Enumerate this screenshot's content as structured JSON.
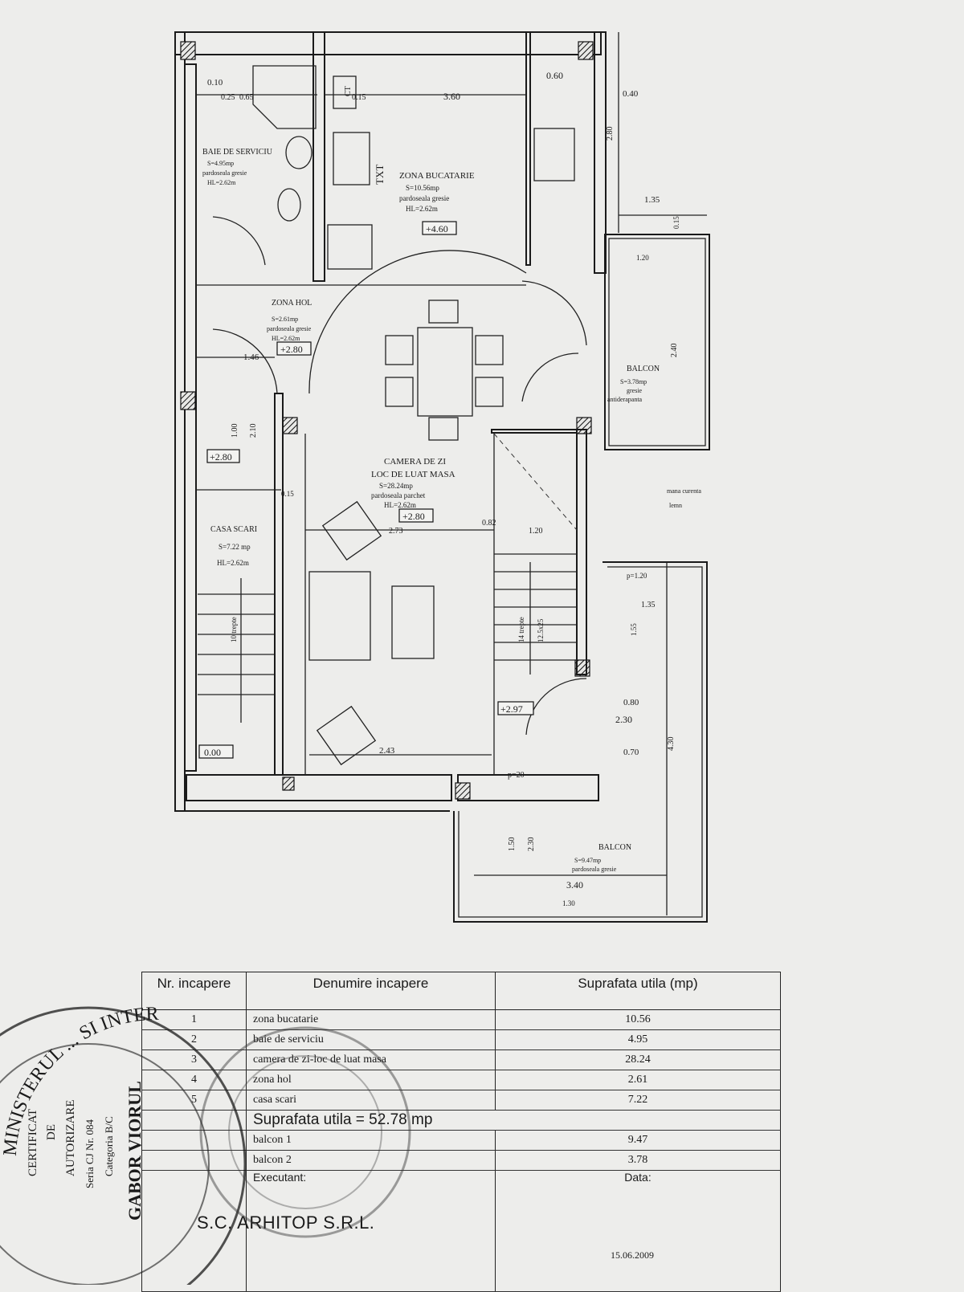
{
  "plan": {
    "rooms": [
      {
        "name": "BAIE DE SERVICIU",
        "area": "S=4.95mp",
        "floor": "pardoseala gresie",
        "height": "HL=2.62m"
      },
      {
        "name": "ZONA BUCATARIE",
        "area": "S=10.56mp",
        "floor": "pardoseala gresie",
        "height": "HL=2.62m",
        "level": "+4.60"
      },
      {
        "name": "ZONA HOL",
        "area": "S=2.61mp",
        "floor": "pardoseala gresie",
        "height": "HL=2.62m",
        "level": "+2.80"
      },
      {
        "name": "CAMERA DE ZI",
        "name2": "LOC DE LUAT MASA",
        "area": "S=28.24mp",
        "floor": "pardoseala parchet",
        "height": "HL=2.62m",
        "level": "+2.80"
      },
      {
        "name": "CASA SCARI",
        "area": "S=7.22 mp",
        "height": "HL=2.62m"
      },
      {
        "name": "BALCON",
        "area": "S=3.78mp",
        "floor": "gresie",
        "floor2": "antiderapanta"
      },
      {
        "name": "BALCON",
        "area": "S=9.47mp",
        "floor": "pardoseala gresie"
      }
    ],
    "dimensions": [
      "0.10",
      "0.25",
      "0.65",
      "0.15",
      "3.60",
      "0.60",
      "0.40",
      "2.80",
      "1.35",
      "0.15",
      "1.20",
      "1.46",
      "2.40",
      "1.00",
      "2.10",
      "0.15",
      "2.73",
      "0.82",
      "1.20",
      "1.35",
      "1.55",
      "2.43",
      "0.80",
      "2.30",
      "0.70",
      "4.30",
      "1.50",
      "2.30",
      "3.40",
      "1.30"
    ],
    "levels": [
      "+2.80",
      "+2.97",
      "0.00"
    ],
    "labels": [
      "CT",
      "TXT",
      "p=1.20",
      "p=20",
      "mana curenta",
      "lemn",
      "10 trepte",
      "14 trepte",
      "12.5x25"
    ]
  },
  "table": {
    "headers": {
      "nr": "Nr. incapere",
      "name": "Denumire incapere",
      "area": "Suprafata utila (mp)"
    },
    "rows": [
      {
        "nr": "1",
        "name": "zona bucatarie",
        "area": "10.56"
      },
      {
        "nr": "2",
        "name": "baie de serviciu",
        "area": "4.95"
      },
      {
        "nr": "3",
        "name": "camera de zi-loc de luat masa",
        "area": "28.24"
      },
      {
        "nr": "4",
        "name": "zona hol",
        "area": "2.61"
      },
      {
        "nr": "5",
        "name": "casa scari",
        "area": "7.22"
      }
    ],
    "total": "Suprafata utila = 52.78 mp",
    "balconies": [
      {
        "name": "balcon 1",
        "area": "9.47"
      },
      {
        "name": "balcon 2",
        "area": "3.78"
      }
    ],
    "executant_label": "Executant:",
    "date_label": "Data:",
    "firm": "S.C. ARHITOP S.R.L.",
    "date": "15.06.2009"
  },
  "stamp": {
    "text": "MINISTERUL ... SI INTERNELOR",
    "certificate": [
      "CERTIFICAT",
      "DE",
      "AUTORIZARE",
      "Seria CJ Nr. 084",
      "Categoria B/C"
    ],
    "name": "GABOR VIORUL"
  }
}
